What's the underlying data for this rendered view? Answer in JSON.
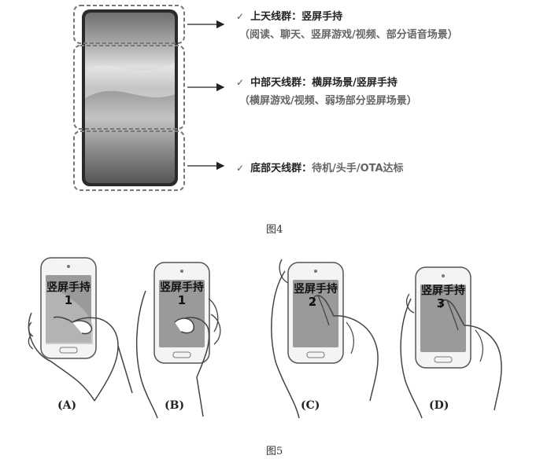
{
  "figure4": {
    "caption": "图4",
    "labels": [
      {
        "title": "上天线群：",
        "detail": "竖屏手持",
        "sub": "（阅读、聊天、竖屏游戏/视频、部分语音场景）"
      },
      {
        "title": "中部天线群：",
        "detail": "横屏场景/竖屏手持",
        "sub": "（横屏游戏/视频、弱场部分竖屏场景）"
      },
      {
        "title": "底部天线群：",
        "detail": "待机/头手/OTA达标",
        "sub": ""
      }
    ]
  },
  "figure5": {
    "caption": "图5",
    "panels": [
      {
        "tag": "(A)",
        "screen_text": "竖屏手持",
        "number": "1"
      },
      {
        "tag": "(B)",
        "screen_text": "竖屏手持",
        "number": "1"
      },
      {
        "tag": "(C)",
        "screen_text": "竖屏手持",
        "number": "2"
      },
      {
        "tag": "(D)",
        "screen_text": "竖屏手持",
        "number": "3"
      }
    ]
  }
}
